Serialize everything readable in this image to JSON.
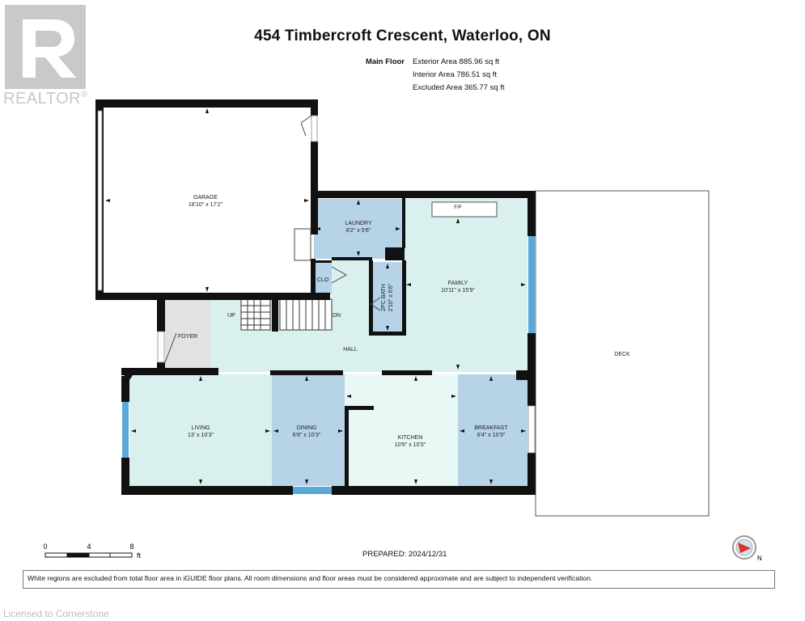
{
  "header": {
    "title": "454 Timbercroft Crescent, Waterloo, ON",
    "floor_label": "Main Floor",
    "exterior_area": "Exterior Area 885.96 sq ft",
    "interior_area": "Interior Area 786.51 sq ft",
    "excluded_area": "Excluded Area 365.77 sq ft"
  },
  "logo": {
    "wordmark": "REALTOR",
    "reg_mark": "®",
    "icon": "realtor-r-logo"
  },
  "rooms": {
    "garage": {
      "name": "GARAGE",
      "dims": "18'10\" x 17'2\""
    },
    "laundry": {
      "name": "LAUNDRY",
      "dims": "8'2\" x 5'6\""
    },
    "clo": {
      "name": "CLO"
    },
    "bath": {
      "name": "2PC BATH",
      "dims": "2'10\" x 6'6\""
    },
    "family": {
      "name": "FAMILY",
      "dims": "10'11\" x 15'9\""
    },
    "foyer": {
      "name": "FOYER"
    },
    "hall": {
      "name": "HALL"
    },
    "up": {
      "name": "UP"
    },
    "dn": {
      "name": "DN"
    },
    "fireplace": {
      "name": "F/P"
    },
    "deck": {
      "name": "DECK"
    },
    "living": {
      "name": "LIVING",
      "dims": "13' x 10'3\""
    },
    "dining": {
      "name": "DINING",
      "dims": "6'8\" x 10'3\""
    },
    "kitchen": {
      "name": "KITCHEN",
      "dims": "10'6\" x 10'3\""
    },
    "breakfast": {
      "name": "BREAKFAST",
      "dims": "6'4\" x 10'3\""
    }
  },
  "scale": {
    "tick0": "0",
    "tick1": "4",
    "tick2": "8",
    "unit": "ft"
  },
  "prepared": "PREPARED: 2024/12/31",
  "compass": {
    "label": "N",
    "icon": "compass-icon"
  },
  "disclaimer": "White regions are excluded from total floor area in iGUIDE floor plans. All room dimensions and floor areas must be considered approximate and are subject to independent verification.",
  "watermark": "Licensed to Cornerstone",
  "colors": {
    "light_teal": "#d9f0ee",
    "blue_room": "#b7d3e8",
    "mint_room": "#e8f8f4",
    "wall": "#111111",
    "window": "#5aa9d9"
  }
}
